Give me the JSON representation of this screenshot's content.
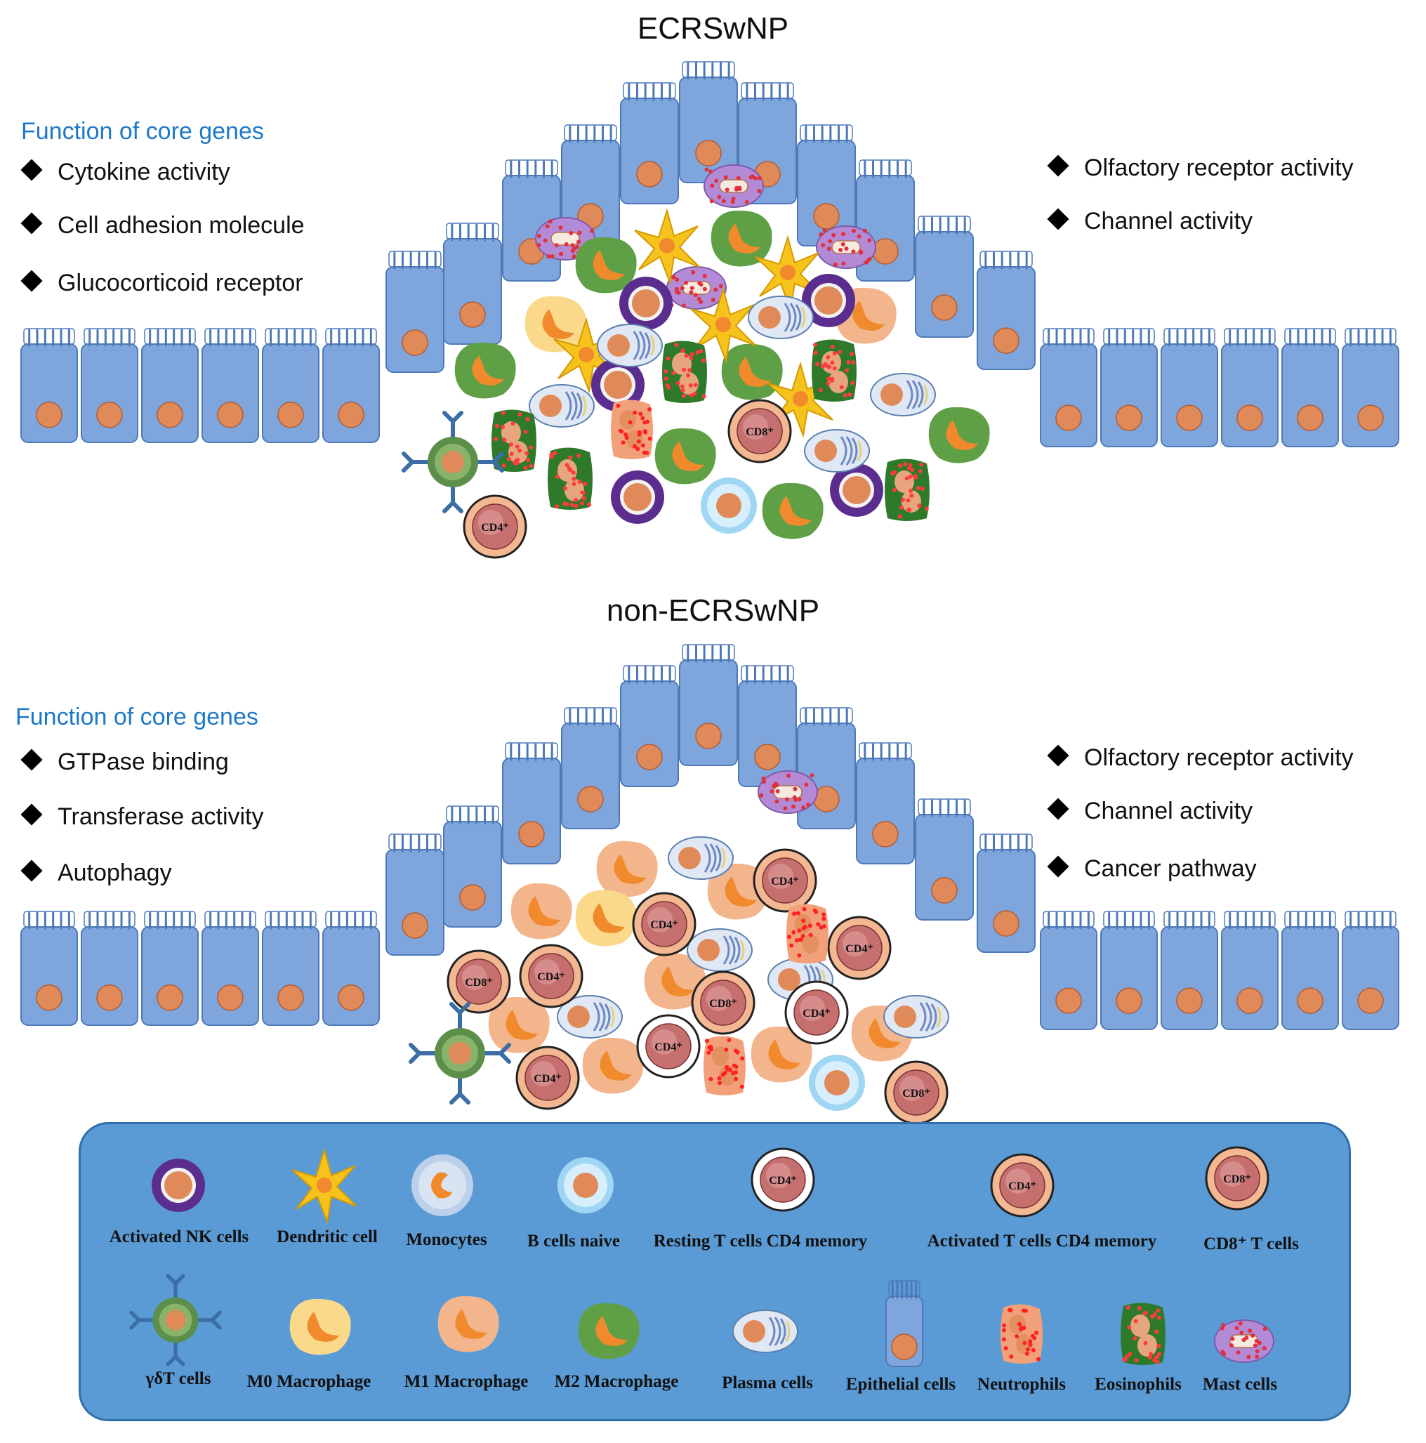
{
  "panels": [
    {
      "title": "ECRSwNP",
      "func_heading": "Function of core genes",
      "left_bullets": [
        "Cytokine activity",
        "Cell adhesion molecule",
        "Glucocorticoid receptor"
      ],
      "right_bullets": [
        "Olfactory receptor activity",
        "Channel activity"
      ]
    },
    {
      "title": "non-ECRSwNP",
      "func_heading": "Function of core genes",
      "left_bullets": [
        "GTPase binding",
        "Transferase activity",
        "Autophagy"
      ],
      "right_bullets": [
        "Olfactory receptor activity",
        "Channel activity",
        "Cancer pathway"
      ]
    }
  ],
  "cell_tags": {
    "cd4": "CD4⁺",
    "cd8": "CD8⁺"
  },
  "legend": {
    "row1": [
      "Activated NK cells",
      "Dendritic cell",
      "Monocytes",
      "B cells naive",
      "Resting T cells CD4 memory",
      "Activated T cells CD4 memory",
      "CD8⁺ T cells"
    ],
    "row2": [
      "γδT cells",
      "M0 Macrophage",
      "M1 Macrophage",
      "M2 Macrophage",
      "Plasma cells",
      "Epithelial cells",
      "Neutrophils",
      "Eosinophils",
      "Mast cells"
    ]
  },
  "colors": {
    "epithelium": "#7fa6dc",
    "nucleus": "#e08a5a",
    "nk_ring": "#5b2d8e",
    "dendritic": "#f6c21c",
    "m0": "#fbd98a",
    "m1": "#f2b58c",
    "m2": "#5fa046",
    "b_cell": "#9fd6f4",
    "eosinophil": "#2f7a2a",
    "neutrophil": "#f2a07a",
    "mast": "#b38ad6",
    "legend_bg": "#5b9bd5",
    "heading": "#1e78c8"
  }
}
